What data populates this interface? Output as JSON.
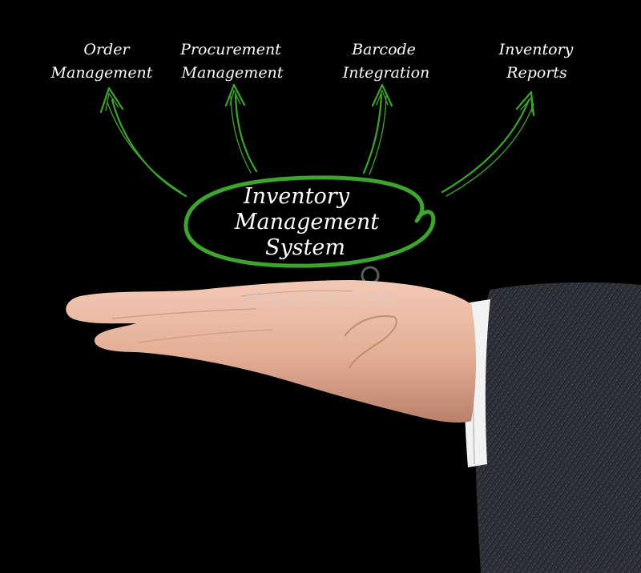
{
  "center": {
    "lines": [
      "Inventory",
      "Management",
      "System"
    ]
  },
  "branches": [
    {
      "lines": [
        "Order",
        "Management"
      ]
    },
    {
      "lines": [
        "Procurement",
        "Management"
      ]
    },
    {
      "lines": [
        "Barcode",
        "Integration"
      ]
    },
    {
      "lines": [
        "Inventory",
        "Reports"
      ]
    }
  ],
  "watermark": "dreamstime",
  "colors": {
    "background": "#000000",
    "accent": "#3da52d",
    "text": "#ffffff",
    "sleeve": "#2b2d33",
    "cuff": "#f2f2f2",
    "skin": "#e8b9a3"
  }
}
